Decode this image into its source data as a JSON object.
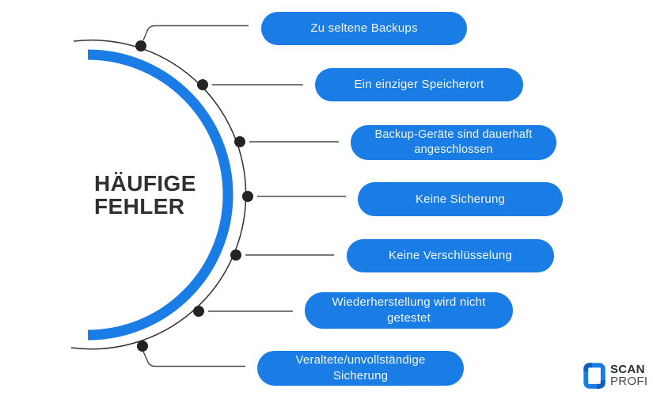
{
  "title": {
    "line1": "HÄUFIGE",
    "line2": "FEHLER"
  },
  "items": [
    {
      "label": "Zu seltene Backups"
    },
    {
      "label": "Ein einziger Speicherort"
    },
    {
      "label": "Backup-Geräte sind dauerhaft angeschlossen"
    },
    {
      "label": "Keine Sicherung"
    },
    {
      "label": "Keine Verschlüsselung"
    },
    {
      "label": "Wiederherstellung wird nicht getestet"
    },
    {
      "label": "Veraltete/unvollständige Sicherung"
    }
  ],
  "logo": {
    "line1": "SCAN",
    "line2": "PROFI"
  },
  "colors": {
    "accent_blue": "#1a7ce5",
    "logo_dark_blue": "#0e5ec0",
    "ink": "#2e3134",
    "arc_line": "#2f2f2f",
    "connector_line": "#4d4d4d",
    "dot": "#242424"
  }
}
